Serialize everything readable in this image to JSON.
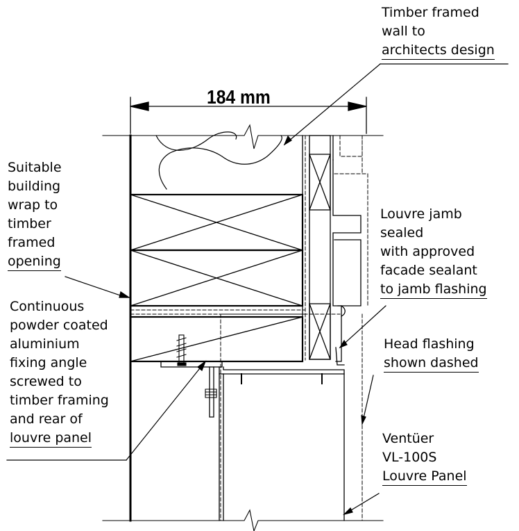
{
  "dimension": "184 mm",
  "labels": {
    "timber_wall": [
      "Timber framed",
      "wall to",
      "architects design"
    ],
    "building_wrap": [
      "Suitable",
      "building",
      "wrap to",
      "timber",
      "framed",
      "opening"
    ],
    "fixing_angle": [
      "Continuous",
      "powder coated",
      "aluminium",
      "fixing angle",
      "screwed to",
      "timber framing",
      "and rear of",
      "louvre panel"
    ],
    "louvre_jamb": [
      "Louvre jamb",
      "sealed",
      "with approved",
      "facade sealant",
      "to jamb flashing"
    ],
    "head_flashing": [
      "Head flashing",
      "shown dashed"
    ],
    "louvre_panel": [
      "Ventüer",
      "VL-100S",
      "Louvre Panel"
    ]
  }
}
